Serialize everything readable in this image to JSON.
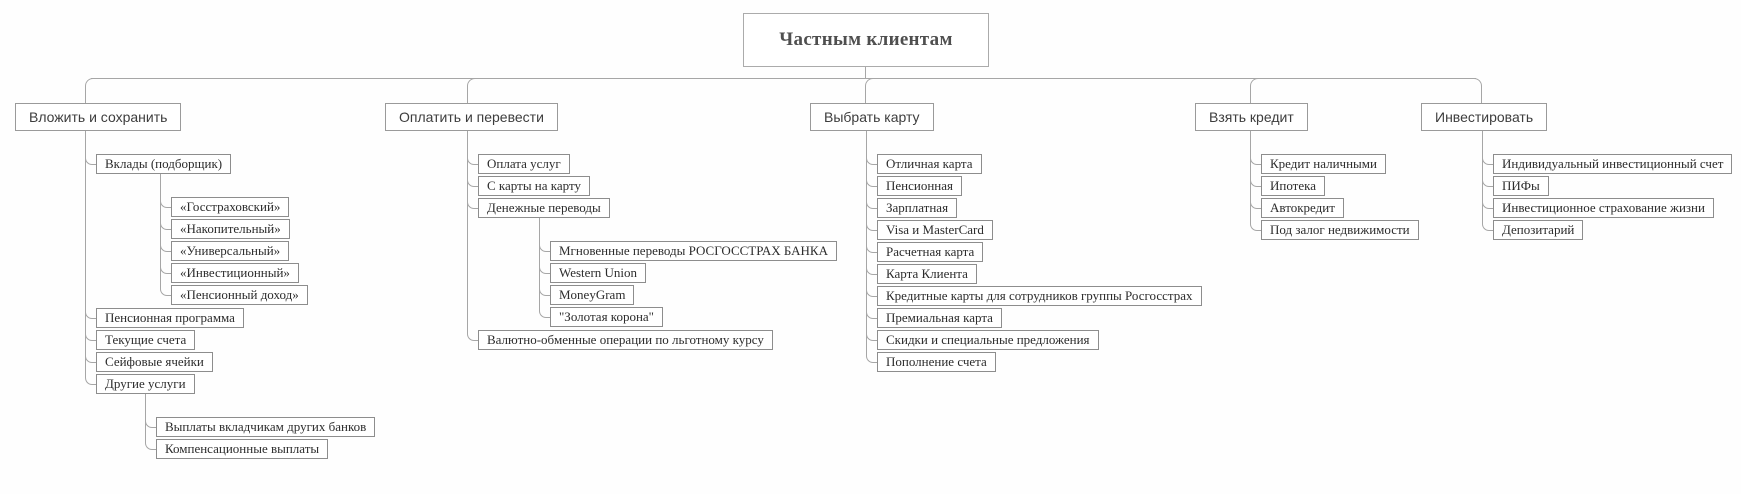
{
  "title": "Частным клиентам",
  "colors": {
    "connector_line": "#a6a6a6",
    "node_border": "#8d8d8d",
    "header_border": "#9a9a9a",
    "node_text": "#2c2c2c",
    "title_text": "#4f4f4f",
    "background": "#fefefe"
  },
  "tree": {
    "branches": [
      {
        "label": "Вложить и сохранить",
        "children": [
          {
            "label": "Вклады (подборщик)",
            "children": [
              {
                "label": "«Госстраховский»"
              },
              {
                "label": "«Накопительный»"
              },
              {
                "label": "«Универсальный»"
              },
              {
                "label": "«Инвестиционный»"
              },
              {
                "label": "«Пенсионный доход»"
              }
            ]
          },
          {
            "label": "Пенсионная программа"
          },
          {
            "label": "Текущие счета"
          },
          {
            "label": "Сейфовые ячейки"
          },
          {
            "label": "Другие услуги",
            "children": [
              {
                "label": "Выплаты вкладчикам других банков"
              },
              {
                "label": "Компенсационные выплаты"
              }
            ]
          }
        ]
      },
      {
        "label": "Оплатить и перевести",
        "children": [
          {
            "label": "Оплата услуг"
          },
          {
            "label": "С карты на карту"
          },
          {
            "label": "Денежные переводы",
            "children": [
              {
                "label": "Мгновенные переводы РОСГОССТРАХ БАНКА"
              },
              {
                "label": "Western Union"
              },
              {
                "label": "MoneyGram"
              },
              {
                "label": "\"Золотая корона\""
              }
            ]
          },
          {
            "label": "Валютно-обменные операции по льготному курсу"
          }
        ]
      },
      {
        "label": "Выбрать карту",
        "children": [
          {
            "label": "Отличная карта"
          },
          {
            "label": "Пенсионная"
          },
          {
            "label": "Зарплатная"
          },
          {
            "label": "Visa и MasterCard"
          },
          {
            "label": "Расчетная карта"
          },
          {
            "label": "Карта Клиента"
          },
          {
            "label": "Кредитные карты для сотрудников группы Росгосстрах"
          },
          {
            "label": "Премиальная карта"
          },
          {
            "label": "Скидки и специальные предложения"
          },
          {
            "label": "Пополнение счета"
          }
        ]
      },
      {
        "label": "Взять кредит",
        "children": [
          {
            "label": "Кредит наличными"
          },
          {
            "label": "Ипотека"
          },
          {
            "label": "Автокредит"
          },
          {
            "label": "Под залог недвижимости"
          }
        ]
      },
      {
        "label": "Инвестировать",
        "children": [
          {
            "label": "Индивидуальный инвестиционный счет"
          },
          {
            "label": "ПИФы"
          },
          {
            "label": "Инвестиционное страхование жизни"
          },
          {
            "label": "Депозитарий"
          }
        ]
      }
    ]
  }
}
